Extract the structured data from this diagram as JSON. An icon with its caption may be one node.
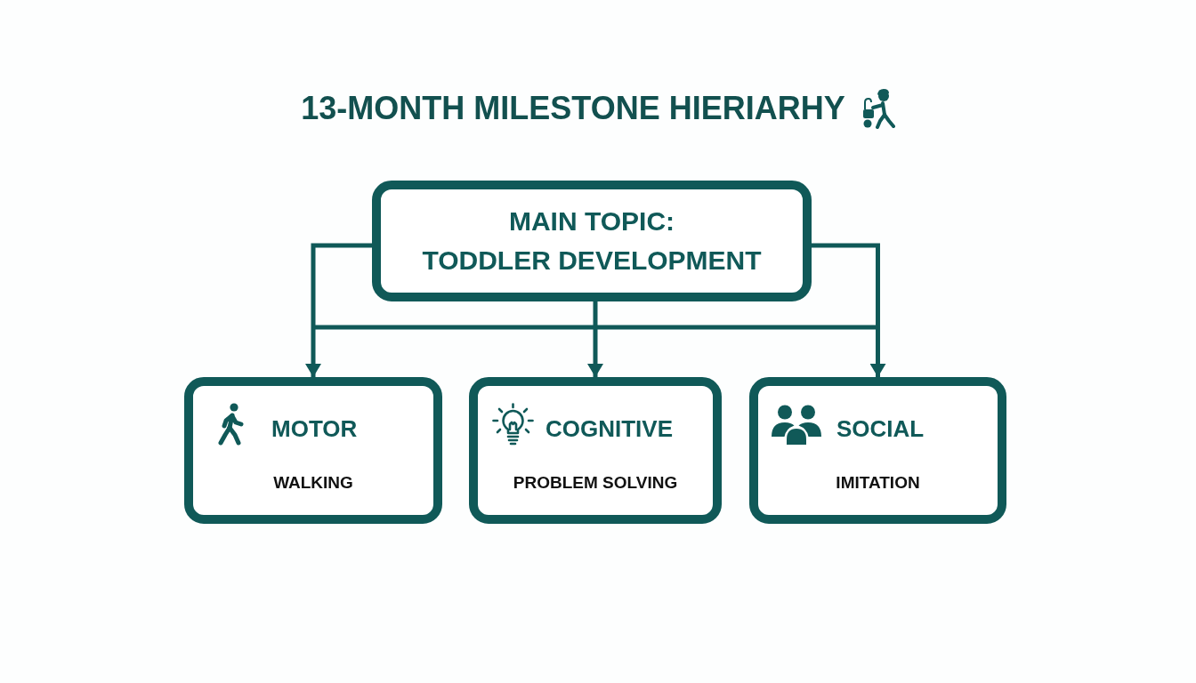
{
  "diagram": {
    "title": "13-MONTH MILESTONE HIERIARHY",
    "nodes": [
      {
        "text": [
          "MAIN TOPIC:",
          "TODDLER DEVELOPMENT"
        ]
      },
      {
        "text": [
          "MOTOR",
          "WALKING"
        ]
      },
      {
        "text": [
          "COGNITIVE",
          "PROBLEM SOLVING"
        ]
      },
      {
        "text": [
          "SOCIAL",
          "IMITATION"
        ]
      }
    ],
    "edges": [
      {
        "from": 0,
        "to": 1,
        "arrow": "to"
      },
      {
        "from": 0,
        "to": 2,
        "arrow": "to"
      },
      {
        "from": 0,
        "to": 3,
        "arrow": "to"
      }
    ]
  }
}
